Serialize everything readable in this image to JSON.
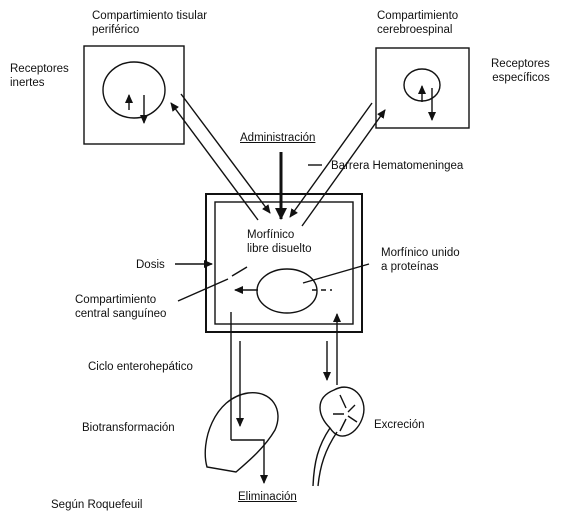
{
  "labels": {
    "peripheral": "Compartimiento tisular\nperiférico",
    "cerebro": "Compartimiento\ncerebroespinal",
    "inert_receptors": "Receptores\ninertes",
    "specific_receptors": "Receptores\nespecíficos",
    "administration": "Administración",
    "barrier": "Barrera Hematomeningea",
    "free_morphine": "Morfínico\nlibre disuelto",
    "bound_morphine": "Morfínico unido\na proteínas",
    "dose": "Dosis",
    "central": "Compartimiento\ncentral sanguíneo",
    "enterohepatic": "Ciclo enterohepático",
    "biotransformation": "Biotransformación",
    "excretion": "Excreción",
    "elimination": "Eliminación",
    "source": "Según Roquefeuil"
  }
}
